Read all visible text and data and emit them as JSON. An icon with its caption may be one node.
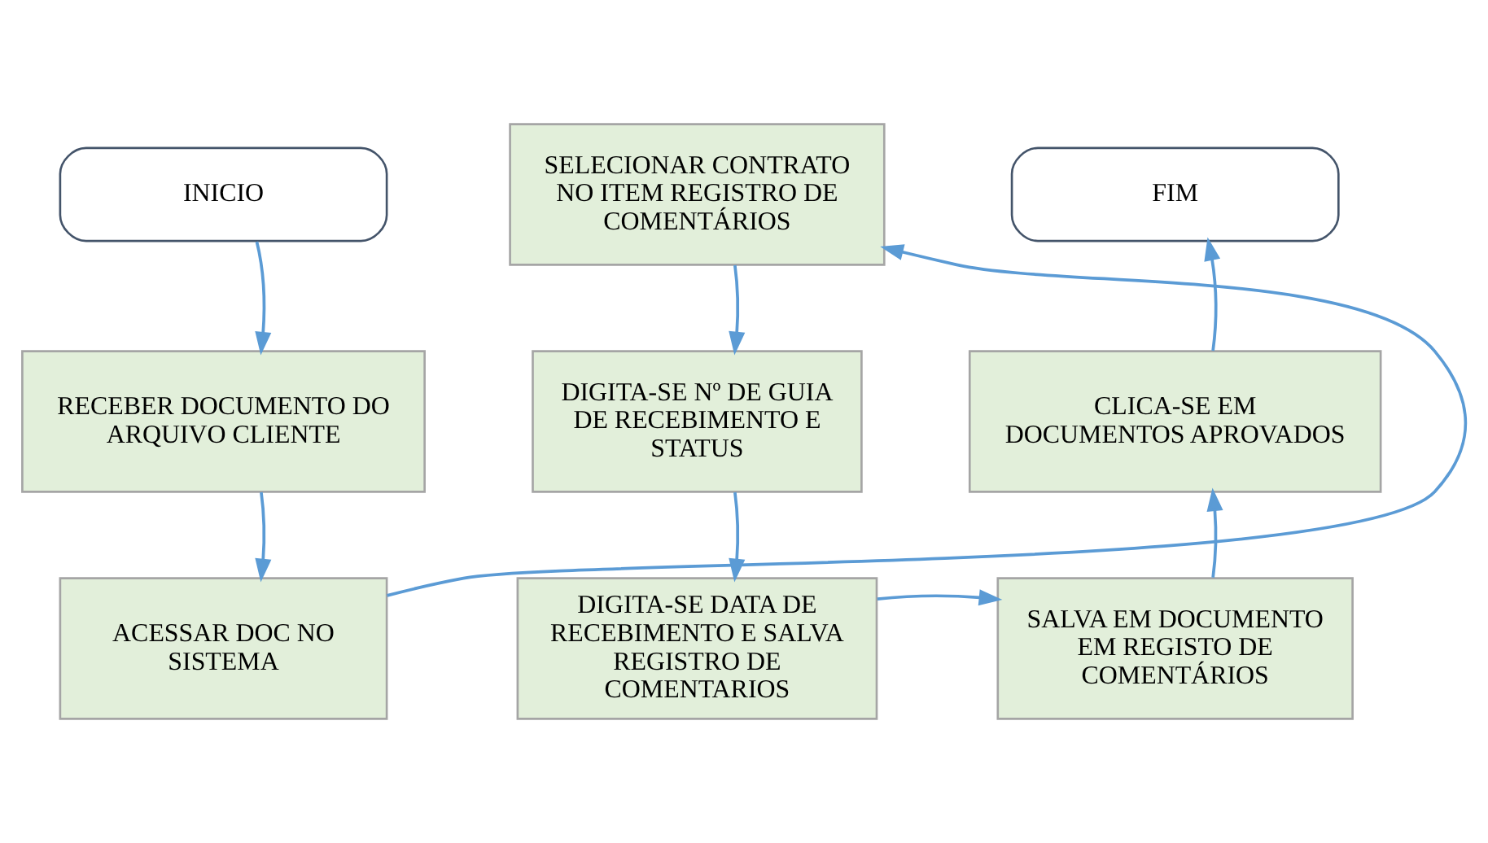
{
  "diagram": {
    "nodes": [
      {
        "text": [
          "INICIO"
        ]
      },
      {
        "text": [
          "RECEBER DOCUMENTO DO ARQUIVO CLIENTE"
        ]
      },
      {
        "text": [
          "ACESSAR DOC NO SISTEMA"
        ]
      },
      {
        "text": [
          "SELECIONAR CONTRATO NO ITEM REGISTRO DE COMENTÁRIOS"
        ]
      },
      {
        "text": [
          "DIGITA-SE Nº DE GUIA DE RECEBIMENTO E STATUS"
        ]
      },
      {
        "text": [
          "DIGITA-SE DATA DE RECEBIMENTO E SALVA REGISTRO DE COMENTARIOS"
        ]
      },
      {
        "text": [
          "SALVA EM DOCUMENTO EM REGISTO DE COMENTÁRIOS"
        ]
      },
      {
        "text": [
          "CLICA-SE EM DOCUMENTOS APROVADOS"
        ]
      },
      {
        "text": [
          "FIM"
        ]
      }
    ],
    "edges": [
      {
        "from": 0,
        "to": 1,
        "arrow": "to"
      },
      {
        "from": 1,
        "to": 2,
        "arrow": "to"
      },
      {
        "from": 2,
        "to": 3,
        "arrow": "to"
      },
      {
        "from": 3,
        "to": 4,
        "arrow": "to"
      },
      {
        "from": 4,
        "to": 5,
        "arrow": "to"
      },
      {
        "from": 5,
        "to": 6,
        "arrow": "to"
      },
      {
        "from": 6,
        "to": 7,
        "arrow": "to"
      },
      {
        "from": 7,
        "to": 8,
        "arrow": "to"
      }
    ]
  }
}
